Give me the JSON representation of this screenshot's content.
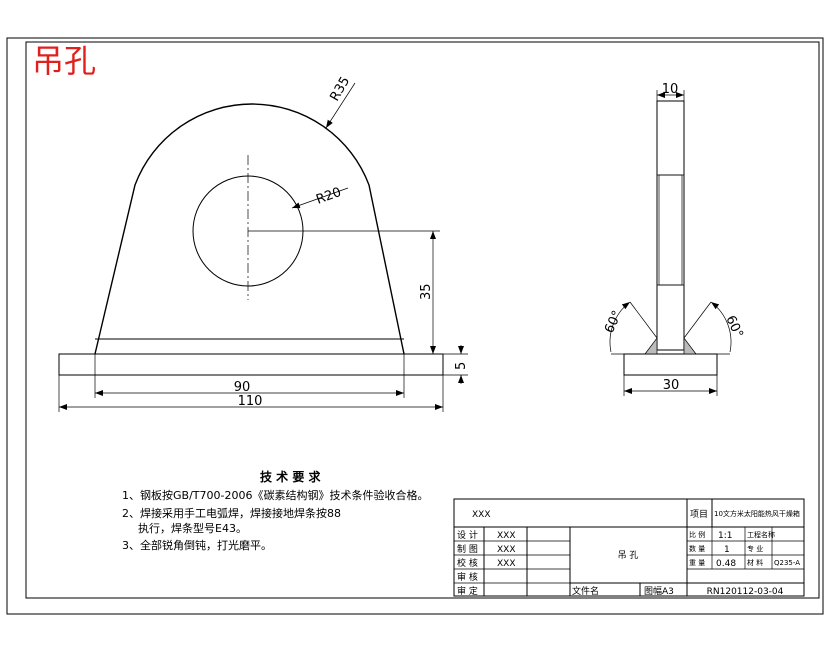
{
  "title_red": "吊孔",
  "dimensions": {
    "r35": "R35",
    "r20": "R20",
    "d35": "35",
    "d5": "5",
    "d90": "90",
    "d110": "110",
    "d10": "10",
    "d30": "30",
    "ang_left": "60°",
    "ang_right": "60°"
  },
  "notes": {
    "heading": "技 术 要 求",
    "line1": "1、钢板按GB/T700-2006《碳素结构钢》技术条件验收合格。",
    "line2": "2、焊接采用手工电弧焊，焊接接地焊条按88",
    "line2b": "执行，焊条型号E43。",
    "line3": "3、全部锐角倒钝，打光磨平。"
  },
  "title_block": {
    "company": "XXX",
    "project_label": "项目",
    "project_value": "10文方米太阳能热风干燥箱",
    "design_label": "设 计",
    "design_value": "XXX",
    "draw_label": "制 图",
    "draw_value": "XXX",
    "check_label": "校 核",
    "check_value": "XXX",
    "review_label": "审 核",
    "approve_label": "审 定",
    "part_name": "吊    孔",
    "scale_label": "比 例",
    "scale_value": "1:1",
    "stage_label": "工程名称",
    "qty_label": "数 量",
    "qty_value": "1",
    "spec_label": "专 业",
    "weight_label": "重 量",
    "weight_value": "0.48",
    "material_label": "材 料",
    "material_value": "Q235-A",
    "file_label": "文件名",
    "sheet_label": "图幅A3",
    "drawing_no": "RN120112-03-04"
  }
}
